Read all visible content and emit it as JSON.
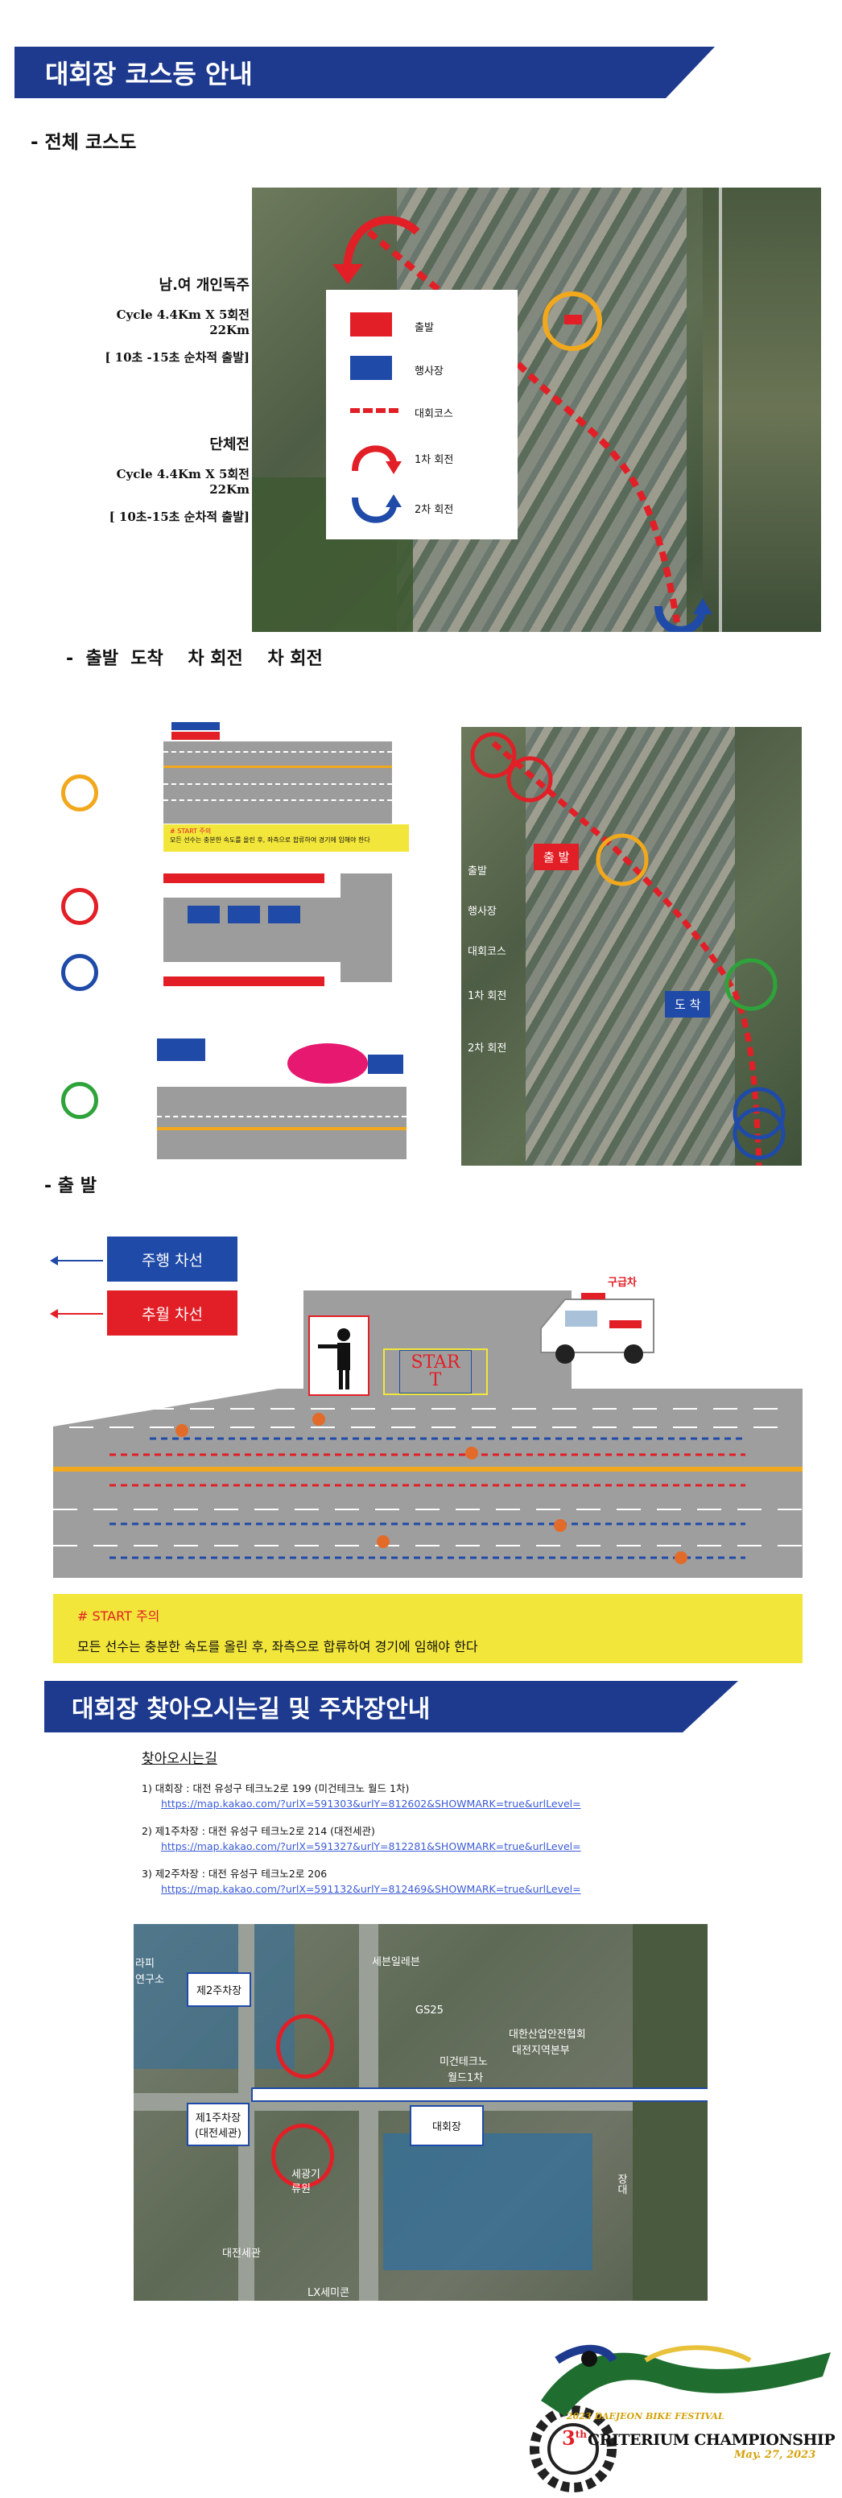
{
  "section1": {
    "title": "대회장 코스등 안내",
    "subtitle": "- 전체 코스도"
  },
  "individual": {
    "title": "남.여 개인독주",
    "line1": "Cycle  4.4Km  X  5회전    22Km",
    "line2": "[ 10초 -15초 순차적 출발]"
  },
  "team": {
    "title": "단체전",
    "line1": "Cycle  4.4Km  X  5회전    22Km",
    "line2": "[ 10초-15초 순차적 출발]"
  },
  "legend": [
    {
      "label": "출발",
      "icon": "red-rect",
      "color": "#e21f26"
    },
    {
      "label": "행사장",
      "icon": "blue-rect",
      "color": "#1f4aa8"
    },
    {
      "label": "대회코스",
      "icon": "dotted-line",
      "color": "#e21f26"
    },
    {
      "label": "1차 회전",
      "icon": "red-arc-arrow",
      "color": "#e21f26"
    },
    {
      "label": "2차 회전",
      "icon": "blue-arc-arrow",
      "color": "#1f4aa8"
    }
  ],
  "section2": {
    "title": "-  출발  도착    차 회전    차 회전"
  },
  "diagram_small": {
    "start_caption": "# START 주의",
    "start_text": "모든 선수는 충분한 속도를 올린 후, 좌측으로 합류하여 경기에 임해야 한다"
  },
  "map2": {
    "start": "출 발",
    "finish": "도 착",
    "labels": [
      "출발",
      "행사장",
      "대회코스",
      "1차 회전",
      "2차 회전"
    ]
  },
  "section3": {
    "title": "- 출 발"
  },
  "lanes": {
    "drive": "주행 차선",
    "pass": "추월 차선",
    "ambulance": "구급차",
    "start_sign": "STAR T"
  },
  "notice": {
    "title": "# START  주의",
    "text": "모든  선수는  충분한  속도를 올린  후,  좌측으로  합류하여   경기에  임해야  한다"
  },
  "section4": {
    "title": "대회장 찾아오시는길 및 주차장안내",
    "subtitle": "찾아오시는길"
  },
  "directions": [
    {
      "label": "1) 대회장 : 대전 유성구 테크노2로 199 (미건테크노 월드 1차)",
      "url": "https://map.kakao.com/?urlX=591303&urlY=812602&SHOWMARK=true&urlLevel="
    },
    {
      "label": "2) 제1주차장 : 대전 유성구 테크노2로 214 (대전세관)",
      "url": "https://map.kakao.com/?urlX=591327&urlY=812281&SHOWMARK=true&urlLevel="
    },
    {
      "label": "3) 제2주차장 : 대전 유성구 테크노2로 206",
      "url": "https://map.kakao.com/?urlX=591132&urlY=812469&SHOWMARK=true&urlLevel="
    }
  ],
  "parking_map": {
    "p2": "제2주차장",
    "p1": "제1주차장\n(대전세관)",
    "venue": "대회장",
    "places": [
      "라피",
      "연구소",
      "세븐일레븐",
      "GS25",
      "대한산업안전협회",
      "대전지역본부",
      "미건테크노",
      "월드1차",
      "세광기",
      "류원",
      "대전세관",
      "LX세미콘",
      "장대"
    ]
  },
  "logo": {
    "festival": "2023 DAEJEON BIKE FESTIVAL",
    "edition": "3",
    "edition_sup": "th",
    "title": "CRITERIUM CHAMPIONSHIP",
    "date": "May. 27, 2023"
  }
}
